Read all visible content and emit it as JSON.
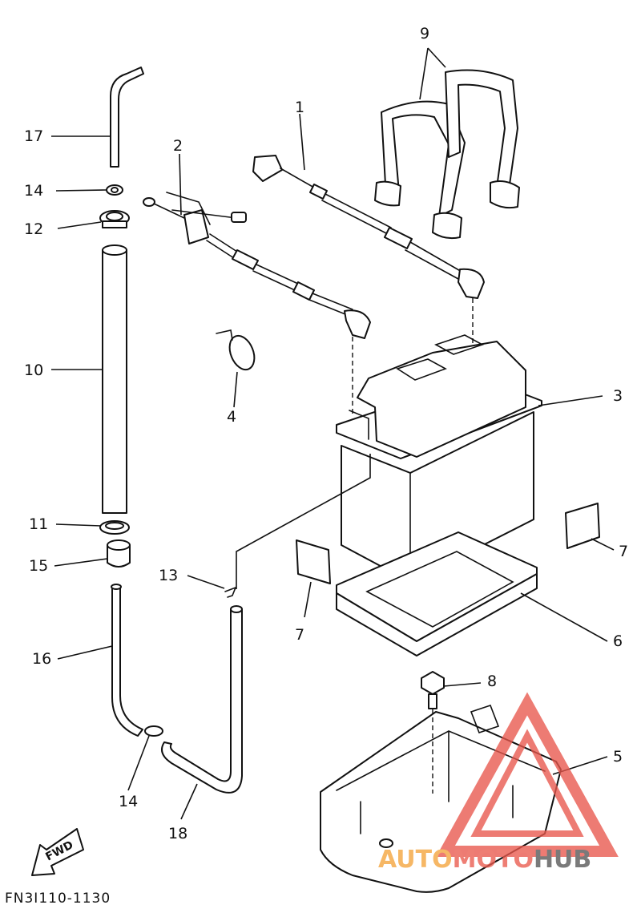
{
  "diagram": {
    "callouts": {
      "c1": "1",
      "c2": "2",
      "c3": "3",
      "c4": "4",
      "c5": "5",
      "c6": "6",
      "c7a": "7",
      "c7b": "7",
      "c8": "8",
      "c9": "9",
      "c10": "10",
      "c11": "11",
      "c12": "12",
      "c13": "13",
      "c14a": "14",
      "c14b": "14",
      "c15": "15",
      "c16": "16",
      "c17": "17",
      "c18": "18"
    },
    "direction_label": "FWD",
    "figure_code": "FN3I110-1130"
  },
  "watermark": {
    "brand": "AUTOMOTOHUB",
    "colors": {
      "auto": "#f4a33a",
      "moto": "#ea5a4e",
      "hub": "#555555",
      "triangle": "#e8574c"
    }
  }
}
